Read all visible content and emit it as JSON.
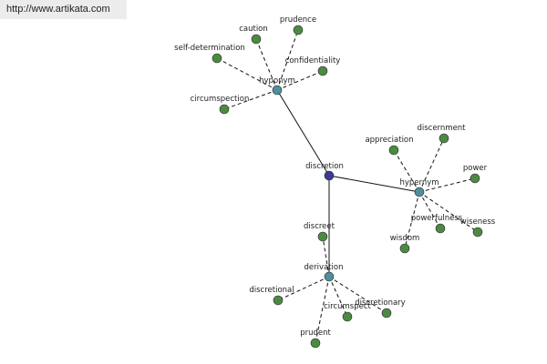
{
  "banner": {
    "url": "http://www.artikata.com"
  },
  "colors": {
    "center": "#3b3b8f",
    "relation": "#4f8f99",
    "leaf": "#4c8a42",
    "edge": "#111111"
  },
  "graph": {
    "nodes": [
      {
        "id": "discretion",
        "label": "discretion",
        "kind": "center"
      },
      {
        "id": "hyponym",
        "label": "hyponym",
        "kind": "relation"
      },
      {
        "id": "hypernym",
        "label": "hypernym",
        "kind": "relation"
      },
      {
        "id": "derivation",
        "label": "derivation",
        "kind": "relation"
      },
      {
        "id": "prudence",
        "label": "prudence",
        "kind": "leaf"
      },
      {
        "id": "caution",
        "label": "caution",
        "kind": "leaf"
      },
      {
        "id": "self-determination",
        "label": "self-determination",
        "kind": "leaf"
      },
      {
        "id": "confidentiality",
        "label": "confidentiality",
        "kind": "leaf"
      },
      {
        "id": "circumspection",
        "label": "circumspection",
        "kind": "leaf"
      },
      {
        "id": "appreciation",
        "label": "appreciation",
        "kind": "leaf"
      },
      {
        "id": "discernment",
        "label": "discernment",
        "kind": "leaf"
      },
      {
        "id": "power",
        "label": "power",
        "kind": "leaf"
      },
      {
        "id": "powerfulness",
        "label": "powerfulness",
        "kind": "leaf"
      },
      {
        "id": "wiseness",
        "label": "wiseness",
        "kind": "leaf"
      },
      {
        "id": "wisdom",
        "label": "wisdom",
        "kind": "leaf"
      },
      {
        "id": "discreet",
        "label": "discreet",
        "kind": "leaf"
      },
      {
        "id": "discretional",
        "label": "discretional",
        "kind": "leaf"
      },
      {
        "id": "circumspect",
        "label": "circumspect",
        "kind": "leaf"
      },
      {
        "id": "discretionary",
        "label": "discretionary",
        "kind": "leaf"
      },
      {
        "id": "prudent",
        "label": "prudent",
        "kind": "leaf"
      }
    ],
    "edges": [
      {
        "from": "discretion",
        "to": "hyponym",
        "style": "solid"
      },
      {
        "from": "discretion",
        "to": "hypernym",
        "style": "solid"
      },
      {
        "from": "discretion",
        "to": "derivation",
        "style": "solid"
      },
      {
        "from": "hyponym",
        "to": "prudence",
        "style": "dashed"
      },
      {
        "from": "hyponym",
        "to": "caution",
        "style": "dashed"
      },
      {
        "from": "hyponym",
        "to": "self-determination",
        "style": "dashed"
      },
      {
        "from": "hyponym",
        "to": "confidentiality",
        "style": "dashed"
      },
      {
        "from": "hyponym",
        "to": "circumspection",
        "style": "dashed"
      },
      {
        "from": "hypernym",
        "to": "appreciation",
        "style": "dashed"
      },
      {
        "from": "hypernym",
        "to": "discernment",
        "style": "dashed"
      },
      {
        "from": "hypernym",
        "to": "power",
        "style": "dashed"
      },
      {
        "from": "hypernym",
        "to": "powerfulness",
        "style": "dashed"
      },
      {
        "from": "hypernym",
        "to": "wiseness",
        "style": "dashed"
      },
      {
        "from": "hypernym",
        "to": "wisdom",
        "style": "dashed"
      },
      {
        "from": "derivation",
        "to": "discreet",
        "style": "dashed"
      },
      {
        "from": "derivation",
        "to": "discretional",
        "style": "dashed"
      },
      {
        "from": "derivation",
        "to": "circumspect",
        "style": "dashed"
      },
      {
        "from": "derivation",
        "to": "discretionary",
        "style": "dashed"
      },
      {
        "from": "derivation",
        "to": "prudent",
        "style": "dashed"
      }
    ]
  }
}
